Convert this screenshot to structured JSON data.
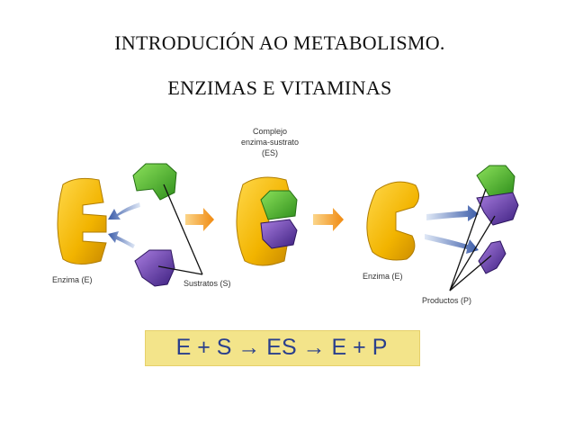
{
  "slide": {
    "title_line1": "INTRODUCIÓN AO METABOLISMO.",
    "title_line2": "ENZIMAS E VITAMINAS"
  },
  "diagram": {
    "complex_label_1": "Complejo",
    "complex_label_2": "enzima-sustrato",
    "complex_label_3": "(ES)",
    "enzyme_label_left": "Enzima (E)",
    "substrates_label": "Sustratos (S)",
    "enzyme_label_right": "Enzima (E)",
    "products_label": "Productos (P)",
    "equation": "E + S → ES → E + P",
    "colors": {
      "enzyme": "#f2b400",
      "substrate_green": "#4cb82e",
      "substrate_purple": "#6c3fb0",
      "arrow_orange": "#f5a020",
      "arrow_blue": "#3a5ba8",
      "equation_bg": "#f3e48a"
    }
  }
}
